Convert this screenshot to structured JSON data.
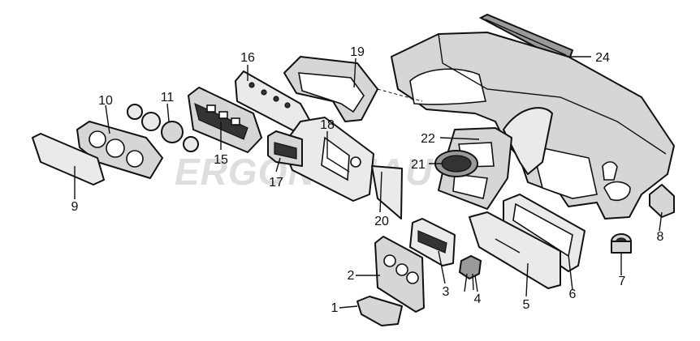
{
  "watermark": {
    "text": "ERGONOMAUTO",
    "color": "#cccccc"
  },
  "callouts": [
    {
      "id": "1",
      "label": "1"
    },
    {
      "id": "2",
      "label": "2"
    },
    {
      "id": "3",
      "label": "3"
    },
    {
      "id": "4",
      "label": "4"
    },
    {
      "id": "5",
      "label": "5"
    },
    {
      "id": "6",
      "label": "6"
    },
    {
      "id": "7",
      "label": "7"
    },
    {
      "id": "8",
      "label": "8"
    },
    {
      "id": "9",
      "label": "9"
    },
    {
      "id": "10",
      "label": "10"
    },
    {
      "id": "11",
      "label": "11"
    },
    {
      "id": "15",
      "label": "15"
    },
    {
      "id": "16",
      "label": "16"
    },
    {
      "id": "17",
      "label": "17"
    },
    {
      "id": "18",
      "label": "18"
    },
    {
      "id": "19",
      "label": "19"
    },
    {
      "id": "20",
      "label": "20"
    },
    {
      "id": "21",
      "label": "21"
    },
    {
      "id": "22",
      "label": "22"
    },
    {
      "id": "24",
      "label": "24"
    }
  ]
}
